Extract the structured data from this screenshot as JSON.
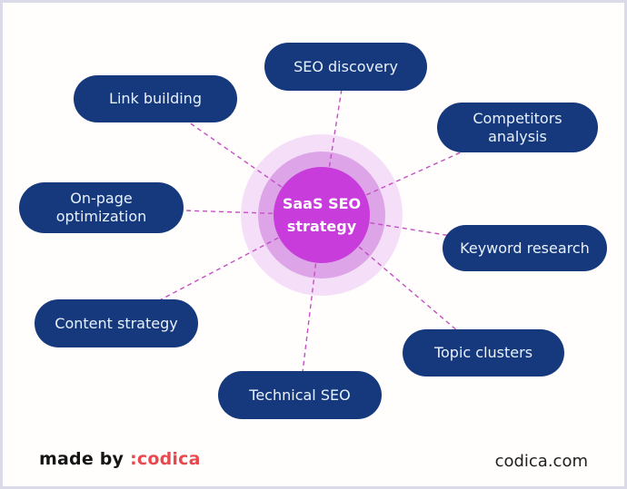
{
  "diagram": {
    "center": {
      "line1": "SaaS SEO",
      "line2": "strategy"
    },
    "nodes": [
      {
        "label": "SEO discovery"
      },
      {
        "label": "Link building"
      },
      {
        "label": "Competitors analysis"
      },
      {
        "label": "On-page optimization"
      },
      {
        "label": "Keyword research"
      },
      {
        "label": "Content strategy"
      },
      {
        "label": "Topic clusters"
      },
      {
        "label": "Technical SEO"
      }
    ]
  },
  "footer": {
    "made_by_label": "made by",
    "brand": ":codica",
    "website": "codica.com"
  },
  "colors": {
    "pill_navy": "#16397e",
    "center_magenta": "#c73cdb",
    "halo_middle": "#dda4e8",
    "halo_outer": "#f5dff8",
    "connector_dash": "#c44ec4",
    "brand_red": "#e9494e",
    "border": "#dadae9"
  }
}
